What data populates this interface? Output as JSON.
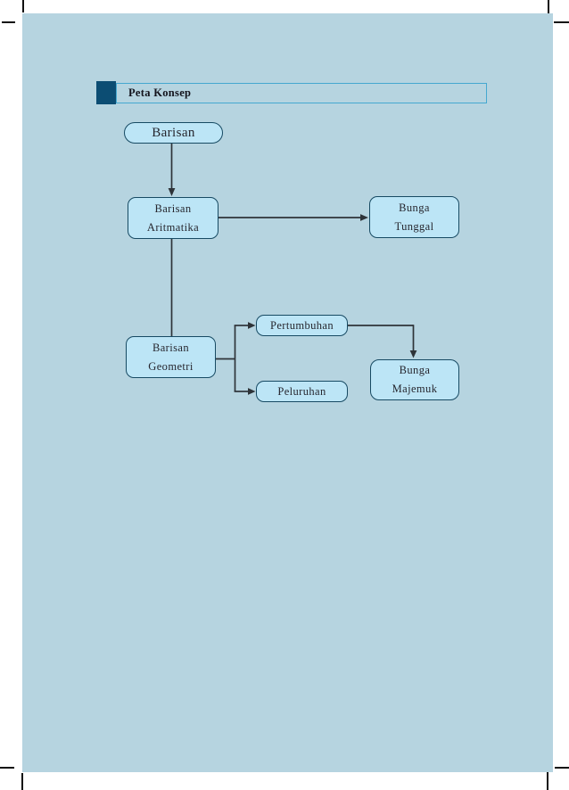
{
  "header": {
    "title": "Peta Konsep"
  },
  "diagram": {
    "nodes": {
      "barisan": {
        "label": "Barisan"
      },
      "barisan_aritmatika": {
        "line1": "Barisan",
        "line2": "Aritmatika"
      },
      "bunga_tunggal": {
        "line1": "Bunga",
        "line2": "Tunggal"
      },
      "barisan_geometri": {
        "line1": "Barisan",
        "line2": "Geometri"
      },
      "pertumbuhan": {
        "label": "Pertumbuhan"
      },
      "peluruhan": {
        "label": "Peluruhan"
      },
      "bunga_majemuk": {
        "line1": "Bunga",
        "line2": "Majemuk"
      }
    },
    "edges": [
      {
        "from": "Barisan",
        "to": "Barisan Aritmatika",
        "style": "arrow"
      },
      {
        "from": "Barisan Aritmatika",
        "to": "Bunga Tunggal",
        "style": "arrow"
      },
      {
        "from": "Barisan Aritmatika",
        "to": "Barisan Geometri",
        "style": "line"
      },
      {
        "from": "Barisan Geometri",
        "to": "Pertumbuhan",
        "style": "arrow"
      },
      {
        "from": "Barisan Geometri",
        "to": "Peluruhan",
        "style": "arrow"
      },
      {
        "from": "Pertumbuhan",
        "to": "Bunga Majemuk",
        "style": "arrow"
      }
    ]
  },
  "colors": {
    "page_background": "#b6d4e0",
    "margin_background": "#ffffff",
    "node_fill": "#bce5f6",
    "node_border": "#174a63",
    "connector": "#2e3338",
    "header_square": "#0c4d73",
    "header_bar_border": "#45a8d0",
    "text": "#26262e"
  }
}
